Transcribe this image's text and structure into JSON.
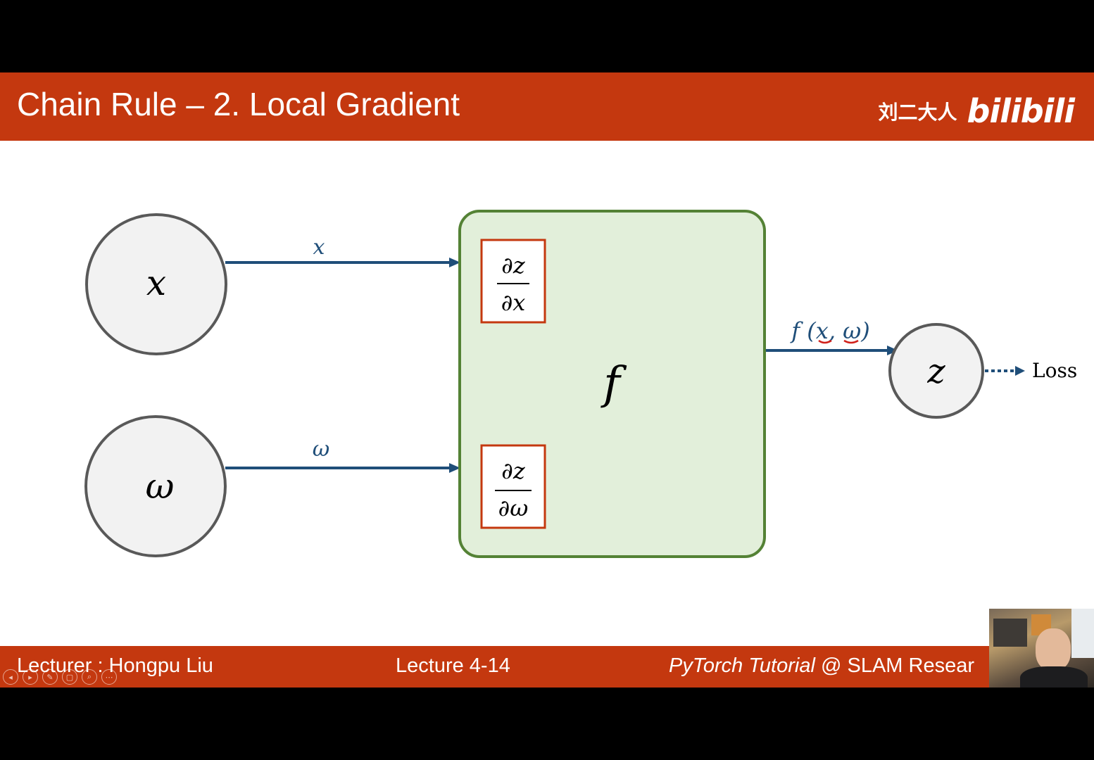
{
  "header": {
    "title": "Chain Rule – 2. Local Gradient",
    "author_watermark": "刘二大人",
    "platform_logo": "bilibili"
  },
  "diagram": {
    "nodes": {
      "x_label": "x",
      "w_label": "ω",
      "z_label": "z",
      "function_label": "f"
    },
    "edges": {
      "x_edge_label": "x",
      "w_edge_label": "ω",
      "output_edge_label": "f (x, ω)",
      "loss_label": "Loss"
    },
    "gradients": {
      "dz_dx_numerator": "∂z",
      "dz_dx_denominator": "∂x",
      "dz_dw_numerator": "∂z",
      "dz_dw_denominator": "∂ω"
    }
  },
  "footer": {
    "lecturer": "Lecturer : Hongpu Liu",
    "lecture": "Lecture 4-14",
    "course_italic": "PyTorch Tutorial",
    "course_rest": " @ SLAM Resear"
  },
  "player_controls": [
    "◂",
    "▸",
    "✎",
    "▢",
    "⌕",
    "⋯"
  ],
  "colors": {
    "accent": "#c4380f",
    "arrow": "#1f4e79",
    "function_fill": "#e2efda",
    "function_stroke": "#548235",
    "node_fill": "#f2f2f2"
  }
}
